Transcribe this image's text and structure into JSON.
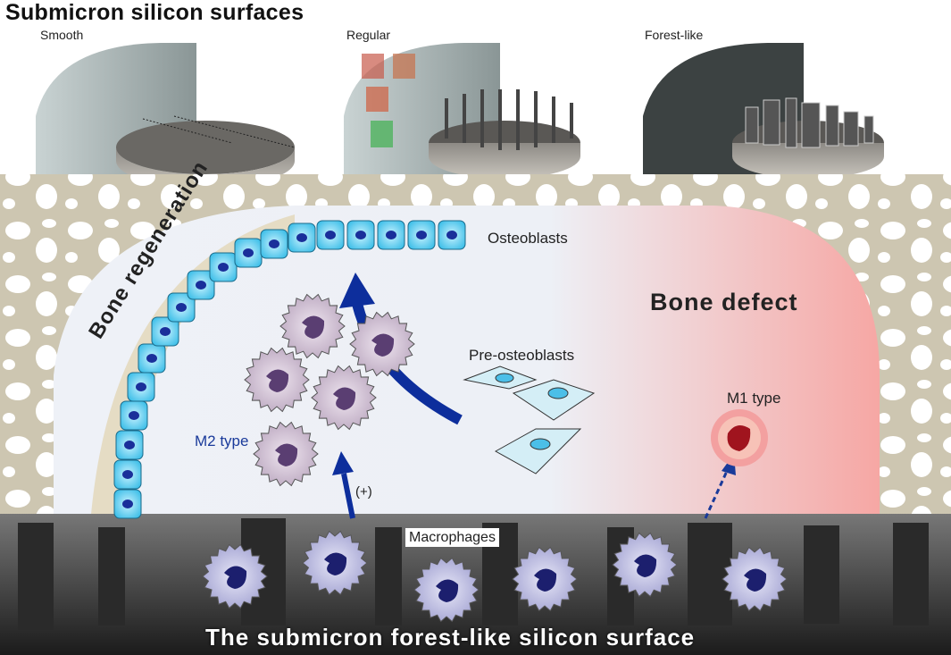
{
  "title": "Submicron silicon surfaces",
  "surfaces": [
    {
      "label": "Smooth"
    },
    {
      "label": "Regular"
    },
    {
      "label": "Forest-like"
    }
  ],
  "labels": {
    "osteoblasts": "Osteoblasts",
    "bone_regeneration": "Bone regeneration",
    "bone_defect": "Bone defect",
    "pre_osteoblasts": "Pre-osteoblasts",
    "m2_type": "M2 type",
    "m1_type": "M1 type",
    "plus": "(+)",
    "macrophages": "Macrophages",
    "bottom_title": "The submicron forest-like silicon surface"
  },
  "colors": {
    "arrow": "#0d2e9c",
    "m2_label": "#1a3a9a",
    "osteoblast_cell": "#5fd0f0",
    "m1_cell": "#a0141e",
    "bone": "#d9d2bd"
  }
}
